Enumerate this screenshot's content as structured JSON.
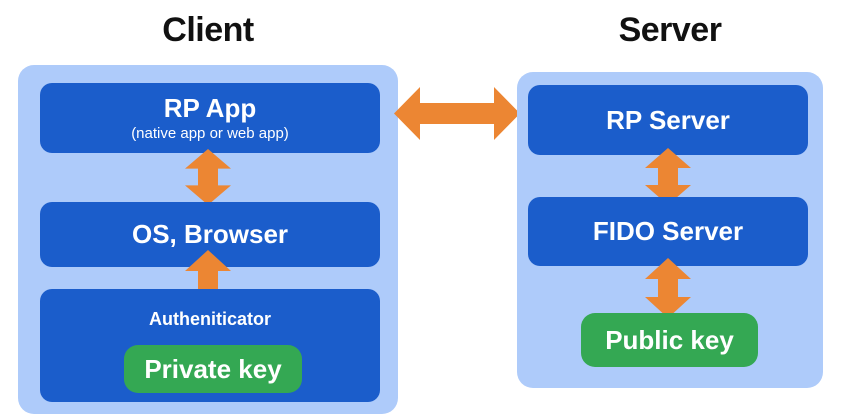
{
  "client": {
    "title": "Client",
    "rp_app": {
      "label": "RP App",
      "sublabel": "(native app or web app)"
    },
    "os_browser": {
      "label": "OS, Browser"
    },
    "authenticator": {
      "label": "Autheniticator",
      "key_label": "Private key"
    }
  },
  "server": {
    "title": "Server",
    "rp_server": {
      "label": "RP Server"
    },
    "fido_server": {
      "label": "FIDO Server"
    },
    "public_key_label": "Public key"
  },
  "icons": {
    "horizontal_arrow": "double-headed-arrow",
    "vertical_arrow": "double-headed-arrow"
  },
  "colors": {
    "container_bg": "#aecbfa",
    "box_bg": "#1b5dcb",
    "key_bg": "#34a853",
    "arrow": "#ec8633",
    "title_text": "#111111",
    "box_text": "#ffffff",
    "page_bg": "#ffffff"
  }
}
